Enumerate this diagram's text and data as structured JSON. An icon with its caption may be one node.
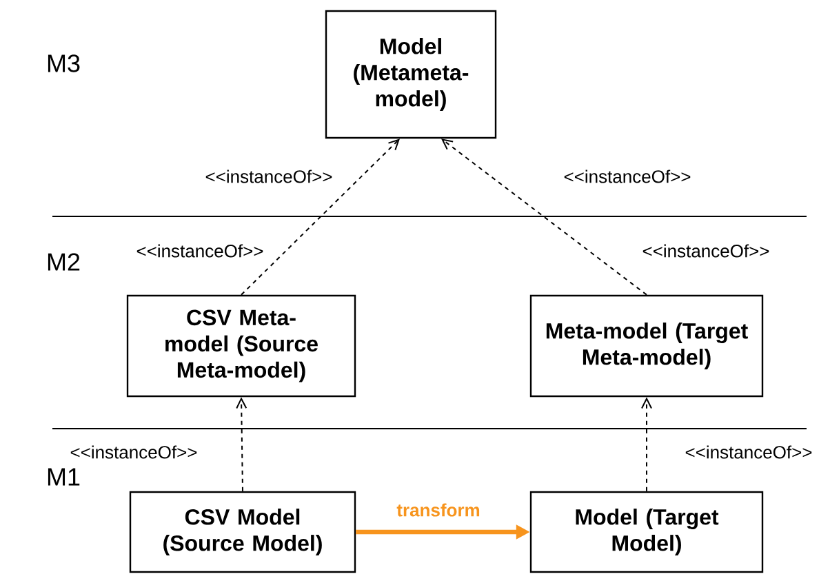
{
  "diagram": {
    "nodes": [
      {
        "text": [
          "Model (Metameta-model)"
        ]
      },
      {
        "text": [
          "CSV Meta-model (Source Meta-model)"
        ]
      },
      {
        "text": [
          "Meta-model (Target Meta-model)"
        ]
      },
      {
        "text": [
          "CSV Model (Source Model)"
        ]
      },
      {
        "text": [
          "Model (Target Model)"
        ]
      }
    ],
    "edges": [
      {
        "from": 1,
        "to": 0,
        "arrow": "to",
        "style": "dashed",
        "label": "<<instanceOf>>"
      },
      {
        "from": 2,
        "to": 0,
        "arrow": "to",
        "style": "dashed",
        "label": "<<instanceOf>>"
      },
      {
        "from": 3,
        "to": 1,
        "arrow": "to",
        "style": "dashed",
        "label": "<<instanceOf>>"
      },
      {
        "from": 4,
        "to": 2,
        "arrow": "to",
        "style": "dashed",
        "label": "<<instanceOf>>"
      },
      {
        "from": 3,
        "to": 4,
        "arrow": "to",
        "style": "thick",
        "color": "#f7941d",
        "label": "transform"
      }
    ],
    "labels": [
      "M3",
      "M2",
      "M1",
      "<<instanceOf>>",
      "<<instanceOf>>"
    ]
  }
}
